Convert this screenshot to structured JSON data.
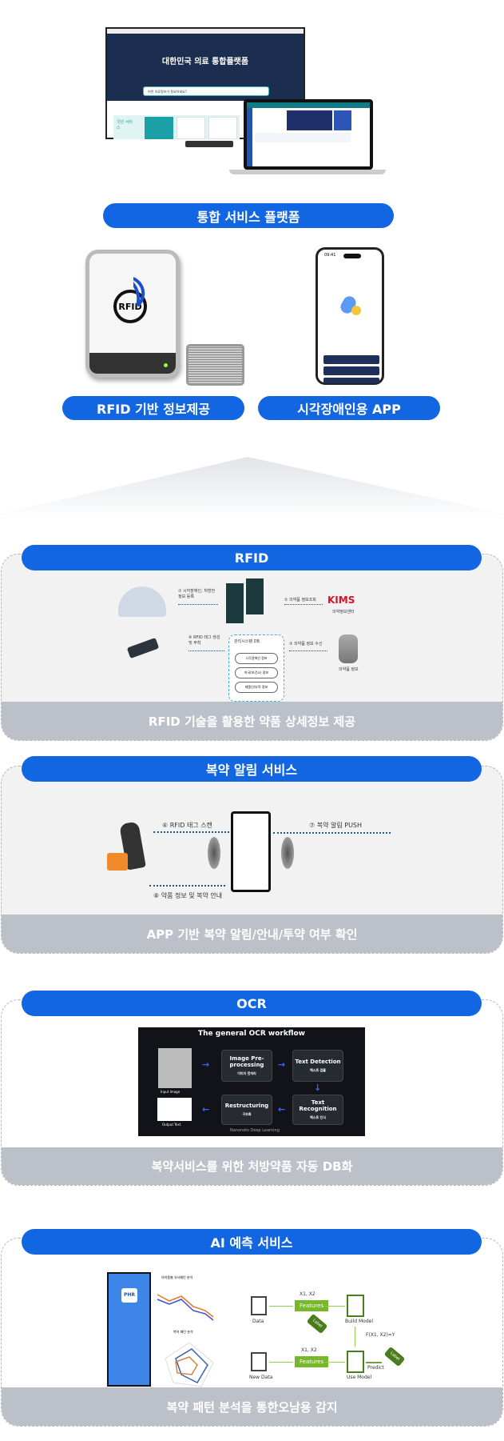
{
  "platform": {
    "monitor_title": "대한민국 의료 통합플랫폼",
    "search_placeholder": "어떤 의료정보가 필요하세요?",
    "service_label": "국민 서비스",
    "label": "통합 서비스 플랫폼"
  },
  "devices": {
    "rfid_logo": "RFID",
    "rfid_label": "RFID 기반 정보제공",
    "app_label": "시각장애인용 APP",
    "phone_time": "09:41"
  },
  "sections": {
    "rfid": {
      "title": "RFID",
      "diagram": {
        "step1": "① 시각장애인, 처방전 정보 등록",
        "step2": "② 의약품 정보조회",
        "kims": "KIMS",
        "kims_sub": "의약정보센터",
        "db_title": "관리시스템 DB",
        "db_items": [
          "시각장애인 정보",
          "약국(보건소) 정보",
          "제품인/부작 정보"
        ],
        "step3": "③ 의약품 정보 수신",
        "step4": "④ RFID 태그 생성 및 부착",
        "drug_info": "의약품 정보"
      },
      "footer": "RFID 기술을 활용한 약품 상세정보 제공"
    },
    "alarm": {
      "title": "복약 알림 서비스",
      "diagram": {
        "scan": "⑥ RFID 태그 스캔",
        "push": "⑦ 복약 알림 PUSH",
        "guide": "⑧ 약품 정보 및 복약 안내"
      },
      "footer": "APP 기반 복약 알림/안내/투약 여부 확인"
    },
    "ocr": {
      "title": "OCR",
      "diagram": {
        "heading": "The general OCR workflow",
        "input": "Input Image",
        "output": "Output Text",
        "boxes": [
          {
            "title": "Image Pre-processing",
            "sub": "이미지 전처리"
          },
          {
            "title": "Text Detection",
            "sub": "텍스트 검출"
          },
          {
            "title": "Text Recognition",
            "sub": "텍스트 인식"
          },
          {
            "title": "Restructuring",
            "sub": "구조화"
          }
        ],
        "credit": "Nanonets Deep Learning"
      },
      "footer": "복약서비스를 위한 처방약품 자동 DB화"
    },
    "ai": {
      "title": "AI 예측 서비스",
      "diagram": {
        "app_logo": "PHR",
        "chart_title": "의약품별 유사패턴 분석",
        "radar_title": "복약 패턴 분석",
        "data": "Data",
        "new_data": "New Data",
        "features": "Features",
        "x_vars": "X1, X2",
        "label": "Label",
        "build_model": "Build Model",
        "use_model": "Use Model",
        "predict": "Predict",
        "formula": "F(X1, X2)=Y"
      },
      "footer": "복약 패턴 분석을 통한오남용 감지"
    }
  },
  "colors": {
    "primary": "#1366e2",
    "footer": "#bbc0c9",
    "panel": "#f2f2f2",
    "green": "#76b82a"
  }
}
